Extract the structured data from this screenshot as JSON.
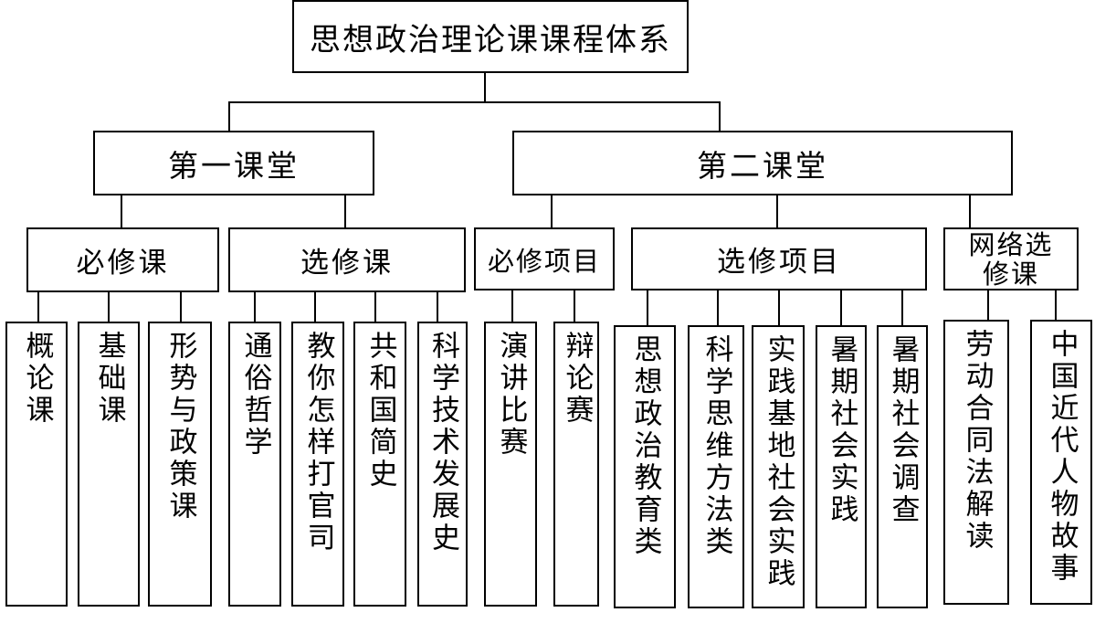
{
  "root": "思想政治理论课课程体系",
  "level1": {
    "first": "第一课堂",
    "second": "第二课堂"
  },
  "first_classroom": {
    "required": {
      "label": "必修课",
      "items": [
        "概论课",
        "基础课",
        "形势与政策课"
      ]
    },
    "elective": {
      "label": "选修课",
      "items": [
        "通俗哲学",
        "教你怎样打官司",
        "共和国简史",
        "科学技术发展史"
      ]
    }
  },
  "second_classroom": {
    "required": {
      "label": "必修项目",
      "items": [
        "演讲比赛",
        "辩论赛"
      ]
    },
    "elective": {
      "label": "选修项目",
      "items": [
        "思想政治教育类",
        "科学思维方法类",
        "实践基地社会实践",
        "暑期社会实践",
        "暑期社会调查"
      ]
    },
    "online": {
      "label_line1": "网络选",
      "label_line2": "修课",
      "items": [
        "劳动合同法解读",
        "中国近代人物故事"
      ]
    }
  }
}
